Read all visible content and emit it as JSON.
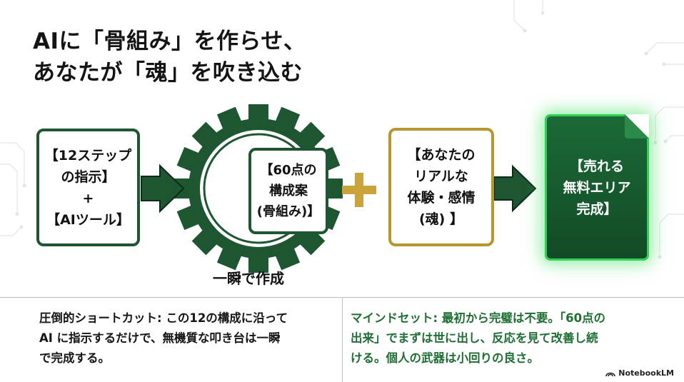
{
  "title": {
    "line1": "AIに「骨組み」を作らせ、",
    "line2": "あなたが「魂」を吹き込む"
  },
  "flow": {
    "input": {
      "line1": "【12ステップ",
      "line2": "の指示】",
      "line3": "+",
      "line4": "【AIツール】"
    },
    "gear": {
      "line1": "【60点の",
      "line2": "構成案",
      "line3": "(骨組み)】",
      "caption": "一瞬で作成"
    },
    "plus_symbol": "+",
    "human": {
      "line1": "【あなたの",
      "line2": "リアルな",
      "line3": "体験・感情",
      "line4": "(魂) 】"
    },
    "result": {
      "line1": "【売れる",
      "line2": "無料エリア",
      "line3": "完成】"
    }
  },
  "notes": {
    "left": {
      "line1": "圧倒的ショートカット: この12の構成に沿って",
      "line2": "AI に指示するだけで、無機質な叩き台は一瞬",
      "line3": "で完成する。"
    },
    "right": {
      "line1": "マインドセット: 最初から完璧は不要。「60点の",
      "line2": "出来」でまずは世に出し、反応を見て改善し続",
      "line3": "ける。個人の武器は小回りの良さ。"
    }
  },
  "brand": {
    "label": "NotebookLM",
    "icon": "notebooklm-logo-icon"
  },
  "colors": {
    "dark_green": "#1e5631",
    "gold": "#b8952e",
    "glow_green": "#2fcf58",
    "right_note_text": "#1f6f34"
  }
}
